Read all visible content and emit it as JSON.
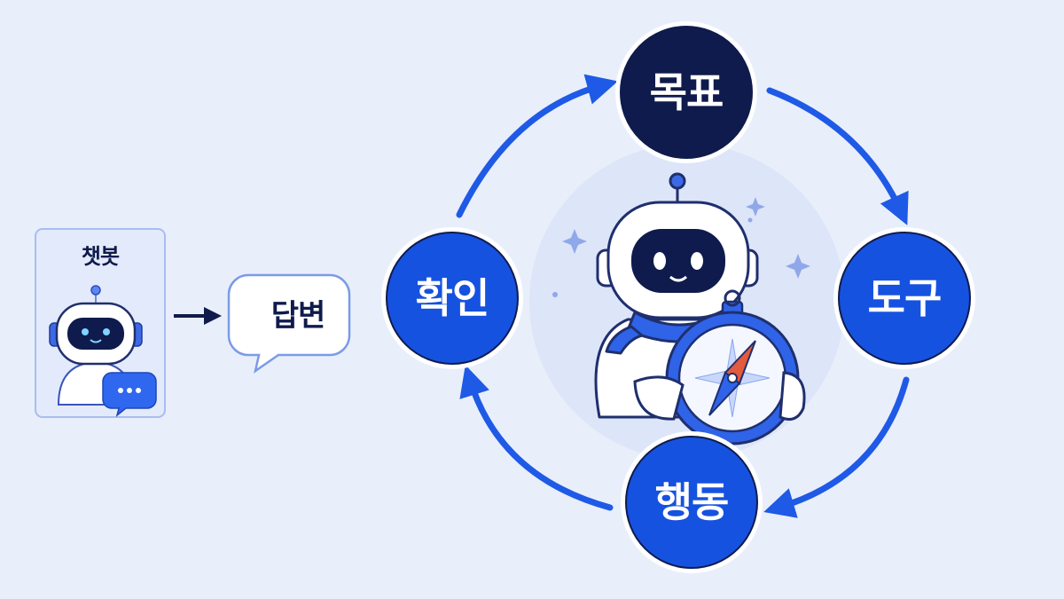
{
  "chatbot": {
    "title": "챗봇",
    "reply_label": "답변"
  },
  "agent_loop": {
    "nodes": [
      {
        "label": "목표",
        "color": "#0f1b4c"
      },
      {
        "label": "도구",
        "color": "#1652e0"
      },
      {
        "label": "행동",
        "color": "#1652e0"
      },
      {
        "label": "확인",
        "color": "#1652e0"
      }
    ],
    "cycle_direction": "clockwise",
    "center_figure": "robot-with-compass"
  },
  "colors": {
    "background": "#e9eefb",
    "navy": "#0f1b4c",
    "accent_blue": "#1652e0",
    "arrow_blue": "#1e5ae6",
    "compass_needle": "#e35a3c"
  }
}
